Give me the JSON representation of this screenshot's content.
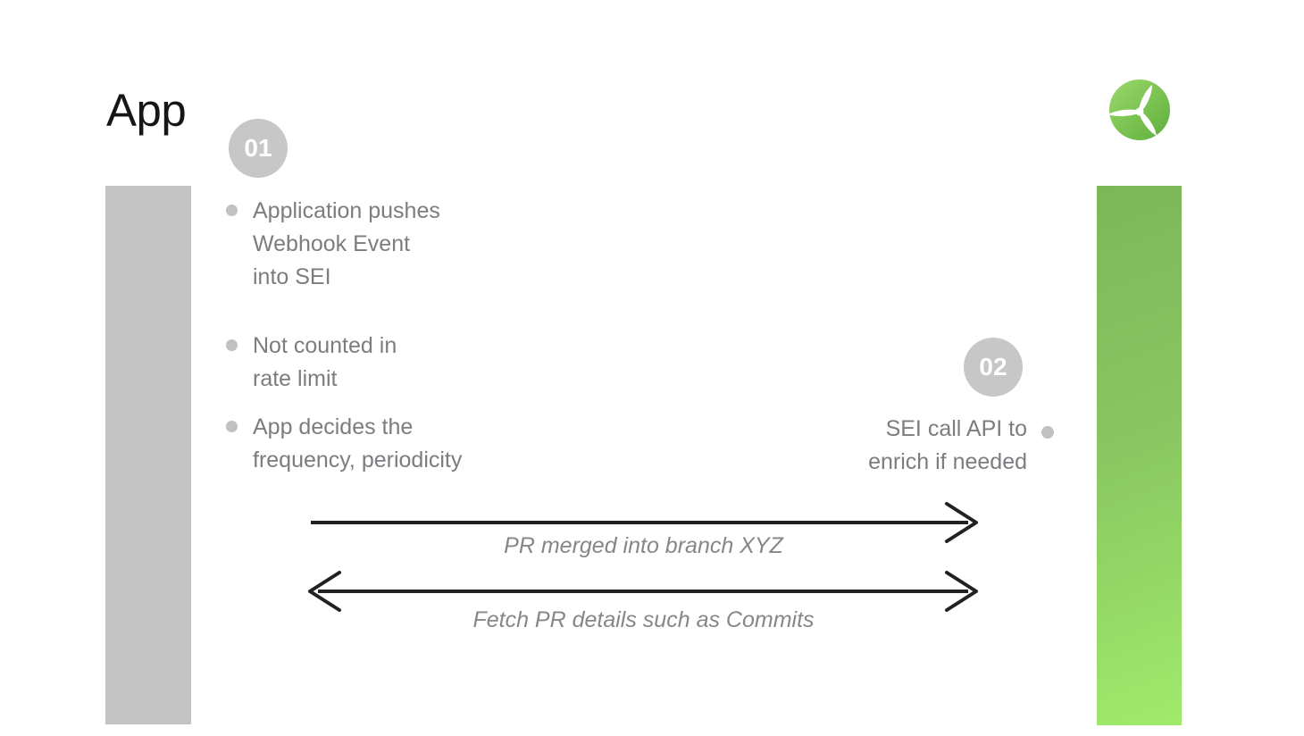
{
  "page": {
    "title": "App",
    "background": "#ffffff"
  },
  "logo": {
    "name": "propeller-logo",
    "gradient_top": "#9bd96a",
    "gradient_bottom": "#5fae3d",
    "blade_color": "#ffffff"
  },
  "lanes": {
    "left": {
      "color": "#c3c3c3"
    },
    "right": {
      "gradient_top": "#7cb85a",
      "gradient_bottom": "#a0ea6c"
    }
  },
  "steps": [
    {
      "number": "01",
      "bullets": [
        "Application pushes\nWebhook Event\ninto SEI",
        "Not counted in\nrate limit",
        "App decides the\nfrequency, periodicity"
      ]
    },
    {
      "number": "02",
      "bullets": [
        "SEI call API to\nenrich if needed"
      ]
    }
  ],
  "arrows": [
    {
      "label": "PR merged into branch XYZ",
      "direction": "right"
    },
    {
      "label": "Fetch PR details such as Commits",
      "direction": "both"
    }
  ],
  "colors": {
    "arrow": "#212121",
    "body_text": "#7c7c81",
    "label_text": "#86868b",
    "badge_bg": "#c7c7c7",
    "title_text": "#161616"
  }
}
